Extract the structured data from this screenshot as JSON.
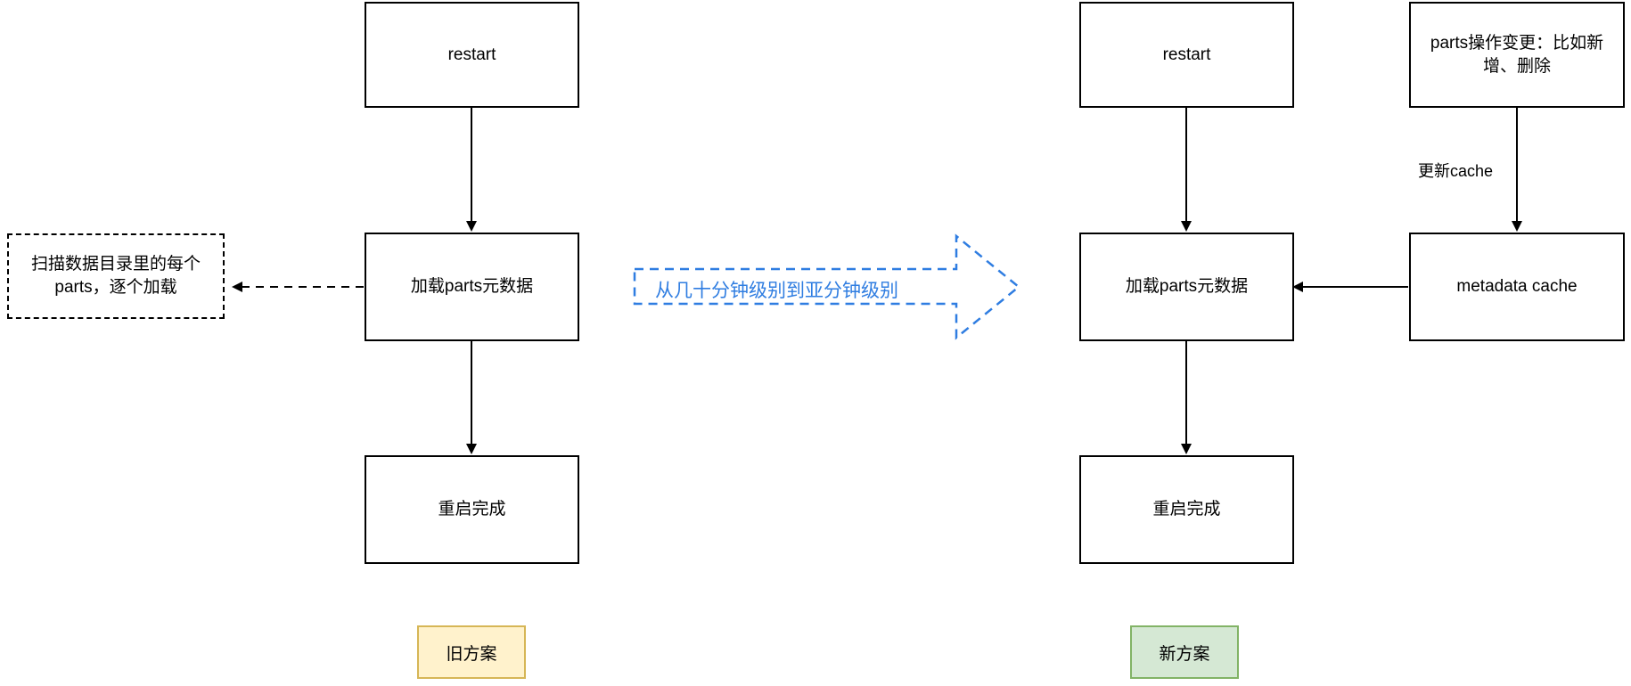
{
  "diagram": {
    "title": "parts metadata cache restart flow comparison",
    "colors": {
      "stroke": "#000000",
      "accent_blue": "#2f7de1",
      "legend_old_fill": "#fff2cc",
      "legend_old_stroke": "#d6b656",
      "legend_new_fill": "#d5e8d4",
      "legend_new_stroke": "#82b366"
    }
  },
  "left_flow": {
    "restart": "restart",
    "load_parts_metadata": "加载parts元数据",
    "restart_done": "重启完成",
    "scan_note": "扫描数据目录里的每个parts，逐个加载"
  },
  "right_flow": {
    "restart": "restart",
    "load_parts_metadata": "加载parts元数据",
    "restart_done": "重启完成",
    "parts_change": "parts操作变更：比如新增、删除",
    "metadata_cache": "metadata cache",
    "update_cache_label": "更新cache"
  },
  "center": {
    "improvement_text": "从几十分钟级别到亚分钟级别"
  },
  "legend": {
    "old_plan": "旧方案",
    "new_plan": "新方案"
  }
}
